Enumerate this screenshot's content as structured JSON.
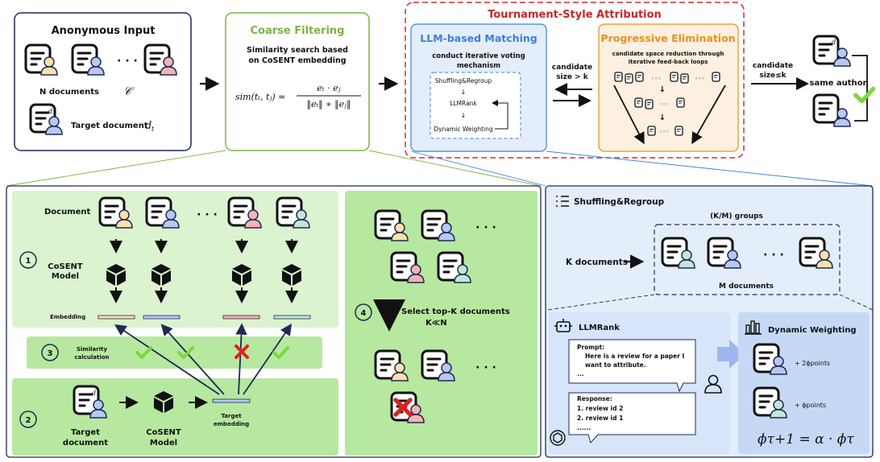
{
  "anonymous_input": {
    "title": "Anonymous Input",
    "n_documents": "N documents",
    "corpus_symbol": "𝒞",
    "target_document": "Target document",
    "target_symbol": "d",
    "target_sub": "t",
    "ellipsis": "· · ·"
  },
  "coarse_filtering": {
    "title": "Coarse Filtering",
    "desc_line1": "Similarity search based",
    "desc_line2": "on CoSENT embedding",
    "formula_lhs": "sim(t",
    "formula": "sim(tₜ, tⱼ) =",
    "numerator": "eₜ · eⱼ",
    "denominator": "‖eₜ‖ ∗ ‖eⱼ‖"
  },
  "tournament": {
    "title": "Tournament-Style Attribution",
    "llm_matching": {
      "title": "LLM-based Matching",
      "desc_line1": "conduct iterative voting",
      "desc_line2": "mechanism",
      "step1": "Shuffling&Regroup",
      "step2": "LLMRank",
      "step3": "Dynamic Weighting",
      "down_arrow": "↓"
    },
    "progressive": {
      "title": "Progressive Elimination",
      "desc_line1": "candidate space reduction through",
      "desc_line2": "iterative feed-back loops"
    },
    "candidate_gt_line1": "candidate",
    "candidate_gt_line2": "size > k",
    "candidate_le_line1": "candidate",
    "candidate_le_line2": "size≤k"
  },
  "result": {
    "same_author": "same author",
    "doc_label": "d",
    "doc_sub": "t"
  },
  "coarse_detail": {
    "document_label": "Document",
    "cosent_model_line1": "CoSENT",
    "cosent_model_line2": "Model",
    "embedding_label": "Embedding",
    "similarity_line1": "Similarity",
    "similarity_line2": "calculation",
    "target_document_line1": "Target",
    "target_document_line2": "document",
    "target_embedding_line1": "Target",
    "target_embedding_line2": "embedding",
    "step1": "1",
    "step2": "2",
    "step3": "3",
    "step4": "4",
    "select_line1": "Select top-K documents",
    "select_line2": "K≪N",
    "ellipsis": "· · ·"
  },
  "shuffle_detail": {
    "title": "Shuffling&Regroup",
    "groups_label": "(K/M) groups",
    "k_documents": "K documents",
    "m_documents": "M documents",
    "ellipsis": "· · ·"
  },
  "llmrank": {
    "title": "LLMRank",
    "prompt_label": "Prompt:",
    "prompt_line1": "Here is a review for a paper I",
    "prompt_line2": "want to attribute.",
    "prompt_line3": "...",
    "response_label": "Response:",
    "response_line1": "1. review id 2",
    "response_line2": "2. review id 1",
    "response_line3": "......"
  },
  "dynamic_weighting": {
    "title": "Dynamic Weighting",
    "points1": "+ 2ϕpoints",
    "points2": "+ ϕpoints",
    "formula": "ϕτ+1 = α · ϕτ"
  },
  "colors": {
    "green_accent": "#7cb342",
    "blue_accent": "#3b7fd9",
    "orange_accent": "#e8901a",
    "red_accent": "#d32f2f",
    "navy_outline": "#1f2a55",
    "light_green": "#dcf3cf",
    "mid_green": "#b7e8a0",
    "light_blue": "#e4eefb",
    "light_orange": "#fdf0e0",
    "person_yellow": "#fbe0a8",
    "person_blue": "#b6c8f3",
    "person_pink": "#f4b3b3",
    "person_teal": "#bfe8d6"
  }
}
